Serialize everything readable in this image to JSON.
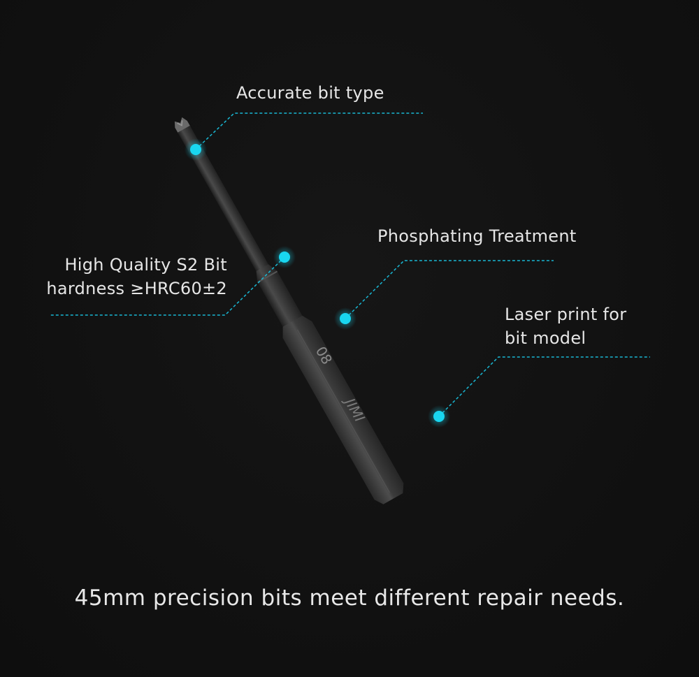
{
  "callouts": {
    "accurate_bit_type": "Accurate bit type",
    "phosphating": "Phosphating Treatment",
    "s2_line1": "High Quality S2 Bit",
    "s2_line2": "hardness ≥HRC60±2",
    "laser_line1": "Laser print for",
    "laser_line2": "bit model"
  },
  "bit_markings": {
    "model": "08",
    "brand": "JIMI"
  },
  "caption": "45mm precision bits meet different repair needs.",
  "colors": {
    "background": "#111111",
    "accent": "#19d6f0",
    "text": "#e6e6e6",
    "bit_metal": "#3a3a3a"
  }
}
